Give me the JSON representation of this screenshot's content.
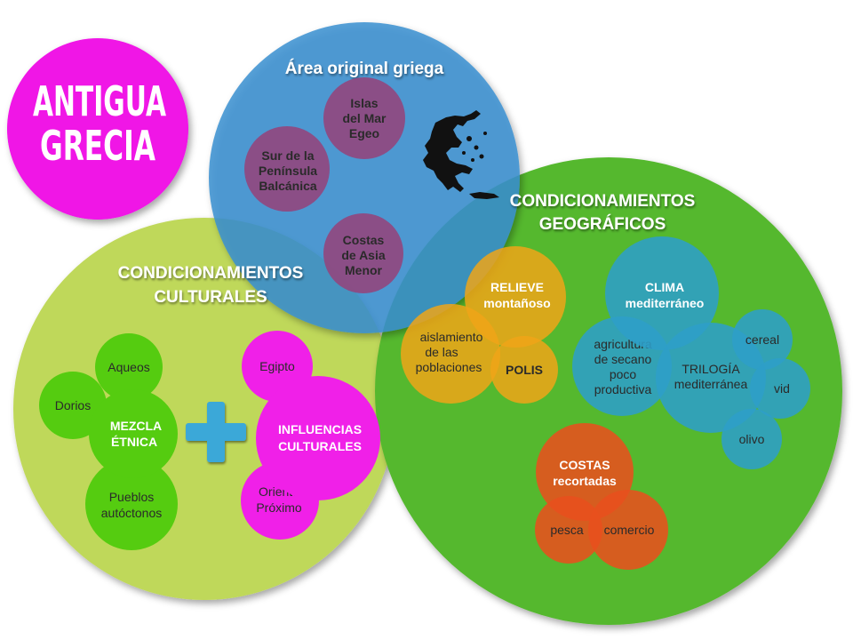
{
  "title": {
    "line1": "ANTIGUA",
    "line2": "GRECIA"
  },
  "original_area": {
    "title": "Área original griega",
    "islands": [
      "Islas",
      "del Mar",
      "Egeo"
    ],
    "south_balkan": [
      "Sur de la",
      "Península",
      "Balcánica"
    ],
    "asia_minor": [
      "Costas",
      "de Asia",
      "Menor"
    ],
    "map_icon": "greece-map-icon"
  },
  "geographic": {
    "title": [
      "CONDICIONAMIENTOS",
      "GEOGRÁFICOS"
    ],
    "relief": [
      "RELIEVE",
      "montañoso"
    ],
    "isolation": [
      "aislamiento",
      "de las",
      "poblaciones"
    ],
    "polis": "POLIS",
    "climate": [
      "CLIMA",
      "mediterráneo"
    ],
    "agriculture": [
      "agricultura",
      "de secano",
      "poco",
      "productiva"
    ],
    "trilogy": [
      "TRILOGÍA",
      "mediterránea"
    ],
    "cereal": "cereal",
    "vid": "vid",
    "olivo": "olivo",
    "coasts": [
      "COSTAS",
      "recortadas"
    ],
    "pesca": "pesca",
    "comercio": "comercio"
  },
  "cultural": {
    "title": [
      "CONDICIONAMIENTOS",
      "CULTURALES"
    ],
    "aqueos": "Aqueos",
    "dorios": "Dorios",
    "mix": [
      "MEZCLA",
      "ÉTNICA"
    ],
    "native": [
      "Pueblos",
      "autóctonos"
    ],
    "plus_icon": "plus-icon",
    "egipto": "Egipto",
    "influences": [
      "INFLUENCIAS",
      "CULTURALES"
    ],
    "near_east": [
      "Oriente",
      "Próximo"
    ]
  },
  "colors": {
    "title_magenta": "#f012e6",
    "blue": "#3a8fd0",
    "green": "#55b82e",
    "yellow_green": "#bfd85a",
    "orange": "#f0a418",
    "teal": "#2e9ec8",
    "red_orange": "#e8501e",
    "purple": "#8e4a82",
    "lime": "#55cc10",
    "magenta": "#f020e8",
    "plus_blue": "#3aa8d8"
  }
}
